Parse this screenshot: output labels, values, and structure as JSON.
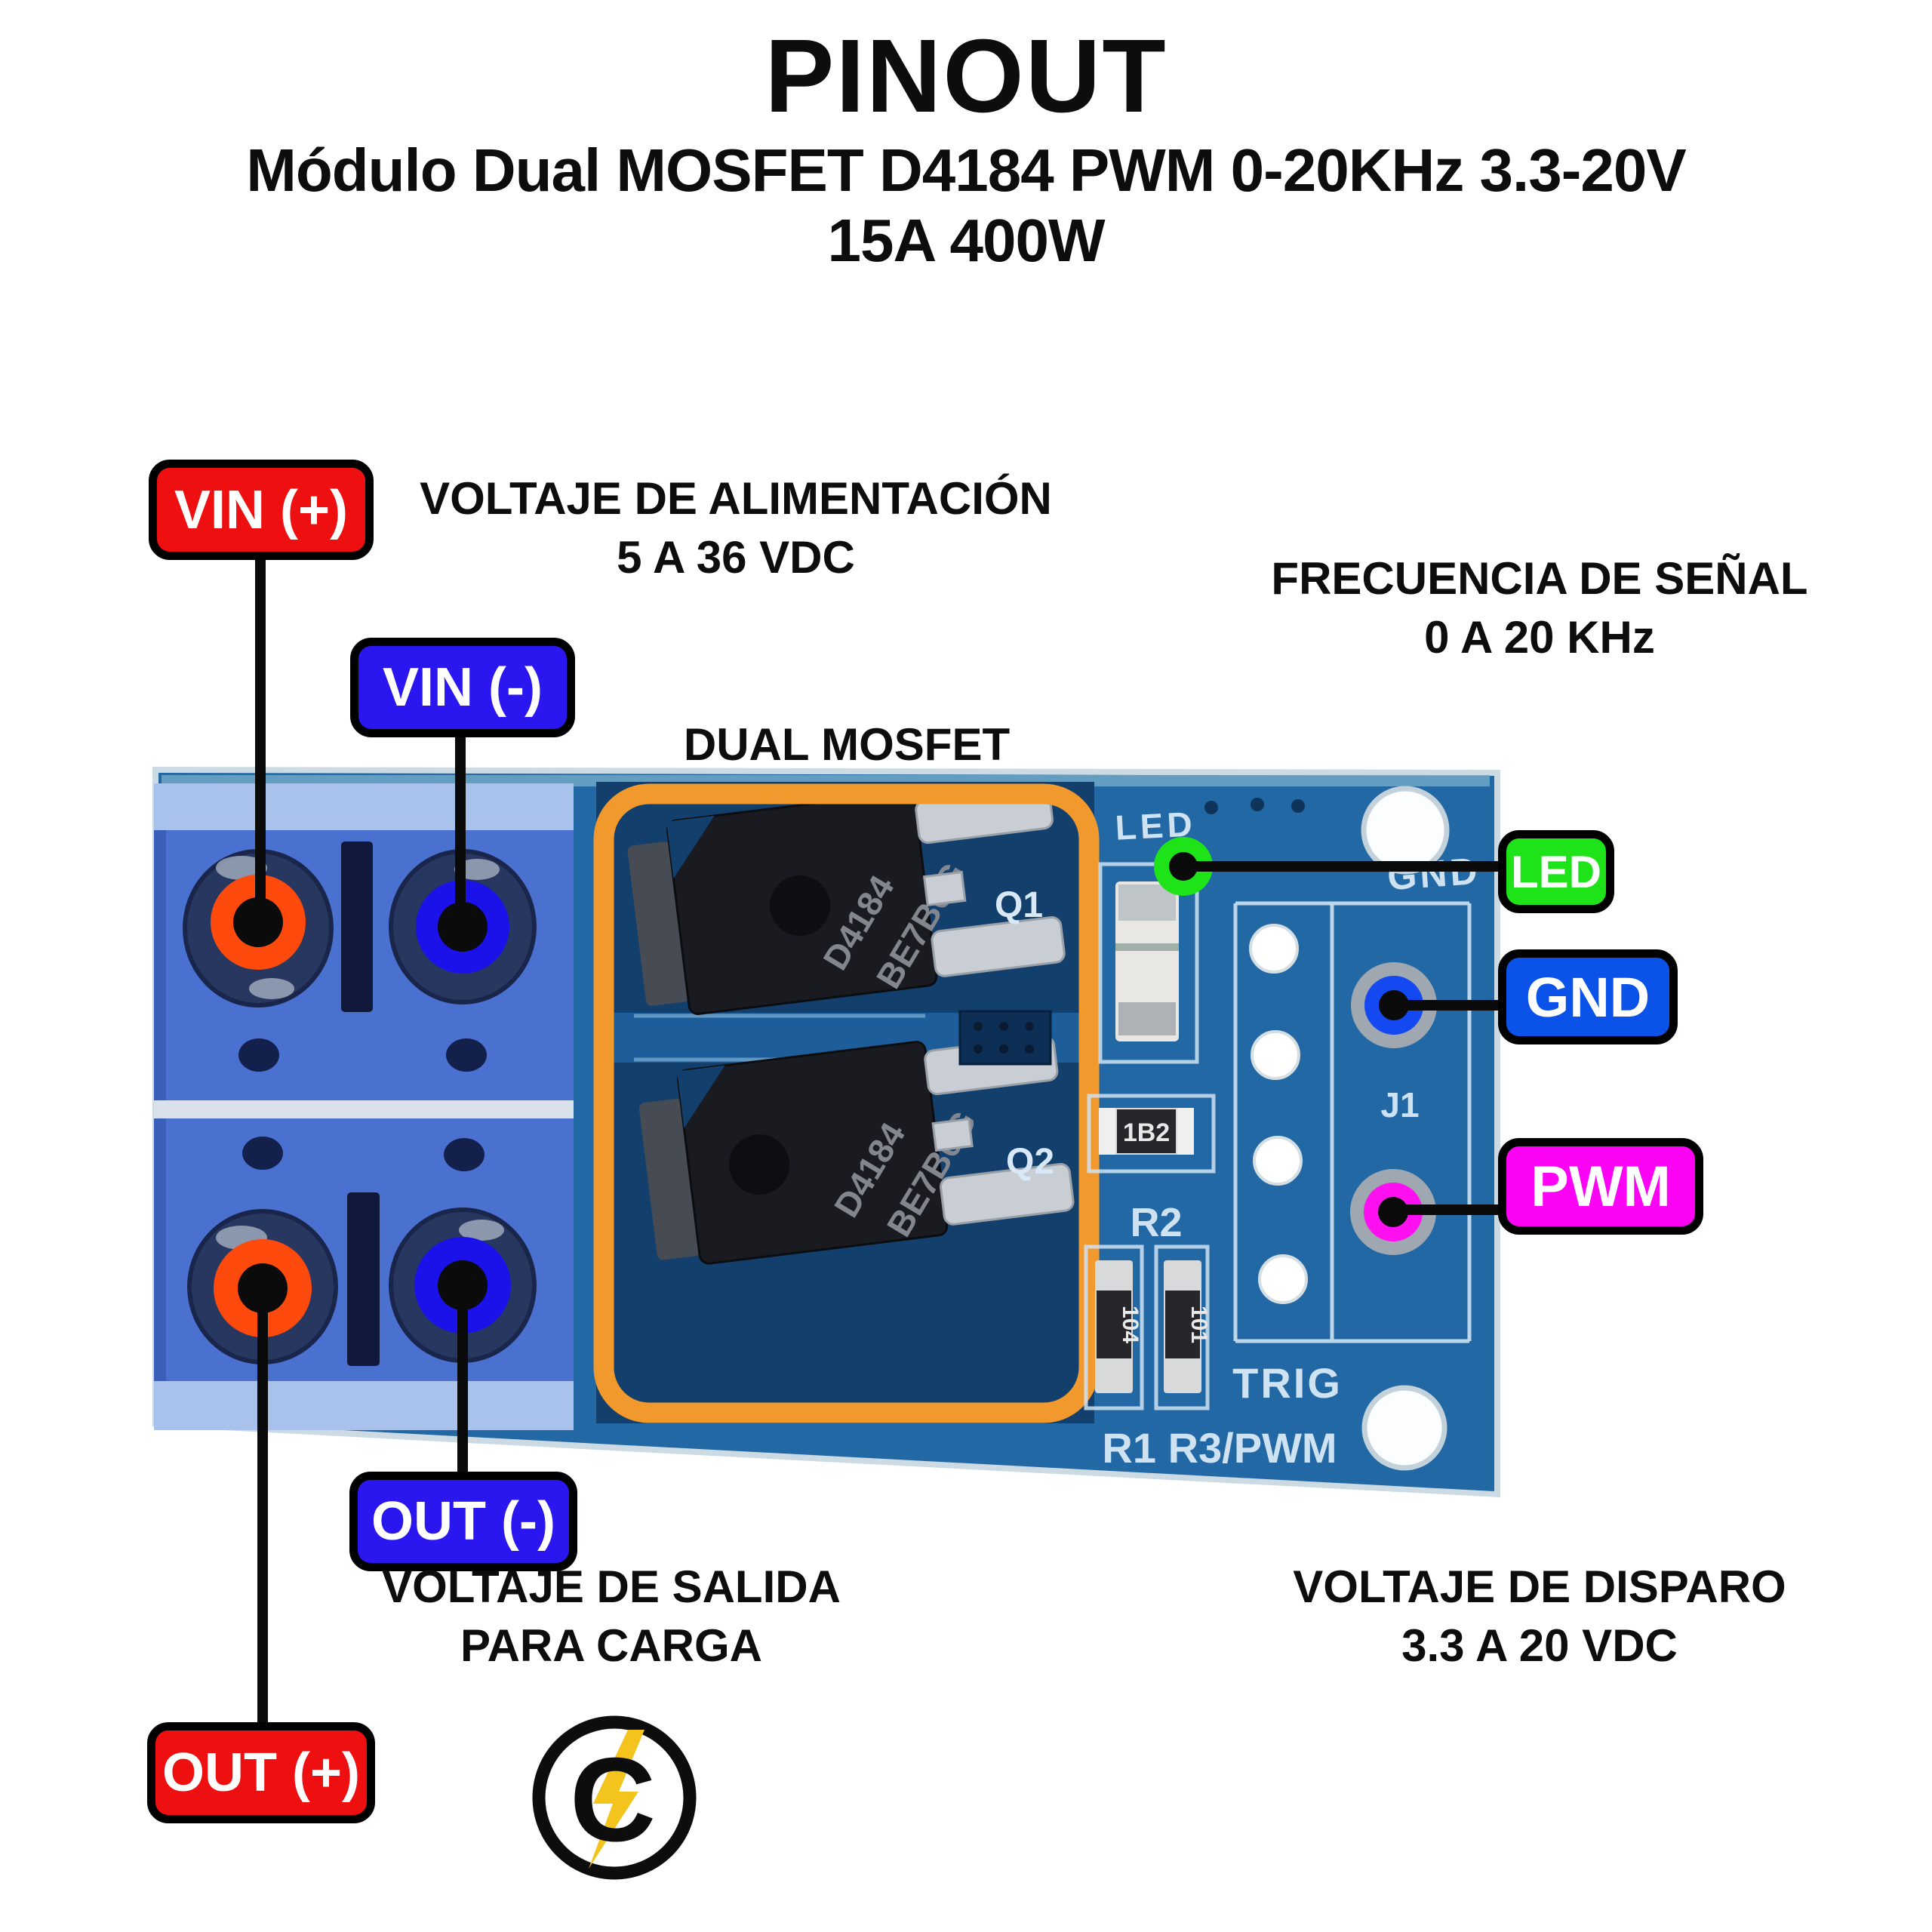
{
  "header": {
    "title": "PINOUT",
    "subtitle_line1": "Módulo Dual MOSFET D4184 PWM 0-20KHz 3.3-20V",
    "subtitle_line2": "15A 400W"
  },
  "pin_labels": {
    "vin_plus": {
      "text": "VIN (+)",
      "color": "#ee1010"
    },
    "vin_minus": {
      "text": "VIN (-)",
      "color": "#2a17ef"
    },
    "out_minus": {
      "text": "OUT (-)",
      "color": "#2a17ef"
    },
    "out_plus": {
      "text": "OUT (+)",
      "color": "#ee1010"
    },
    "led": {
      "text": "LED",
      "color": "#1fe319"
    },
    "gnd": {
      "text": "GND",
      "color": "#0b52e8"
    },
    "pwm": {
      "text": "PWM",
      "color": "#fb02f5"
    }
  },
  "annotations": {
    "power": {
      "line1": "VOLTAJE DE ALIMENTACIÓN",
      "line2": "5 A 36 VDC"
    },
    "frequency": {
      "line1": "FRECUENCIA DE SEÑAL",
      "line2": "0 A 20 KHz"
    },
    "dual_mosfet": {
      "label": "DUAL MOSFET"
    },
    "output": {
      "line1": "VOLTAJE DE SALIDA",
      "line2": "PARA CARGA"
    },
    "trigger": {
      "line1": "VOLTAJE DE DISPARO",
      "line2": "3.3 A 20 VDC"
    }
  },
  "board": {
    "silkscreen": {
      "led": "LED",
      "gnd": "GND",
      "j1": "J1",
      "r2": "R2",
      "trig": "TRIG",
      "r1_r3_pwm": "R1 R3/PWM",
      "q1": "Q1",
      "q2": "Q2"
    },
    "mosfet_marking": {
      "line1": "D4184",
      "line2": "BE7B6G"
    },
    "resistor_markings": {
      "r2": "1B2",
      "r1": "104",
      "r3": "101"
    },
    "colors": {
      "pcb": "#2268a4",
      "pcb_dark_zone": "#123f6b",
      "terminal_block": "#4a71d0",
      "terminal_cap": "#a9c2ec",
      "highlight_box": "#f2992e",
      "pin_positive": "#ff4a0e",
      "pin_negative": "#1a12e8",
      "pad_gnd": "#1448f0",
      "pad_pwm": "#ff10f0",
      "led_dot": "#1fe319",
      "silkscreen": "#cfe2f2"
    }
  },
  "logo": {
    "letter": "C",
    "bolt_color": "#f2c41d"
  }
}
